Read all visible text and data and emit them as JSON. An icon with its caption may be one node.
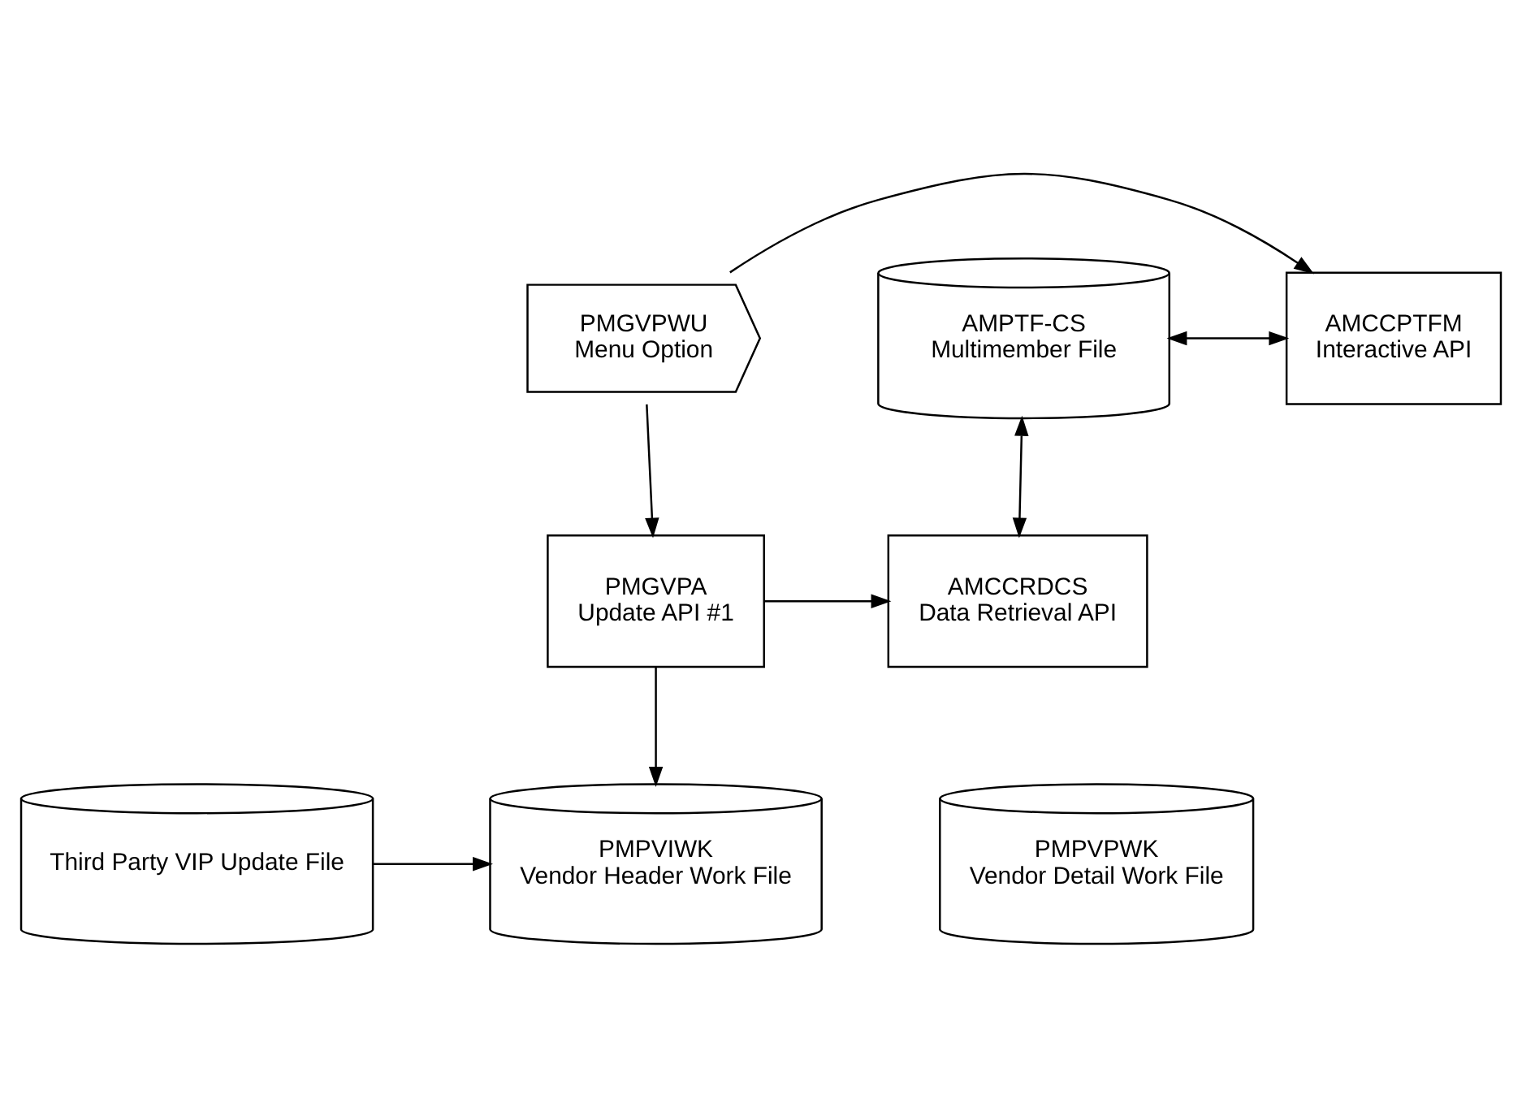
{
  "diagram": {
    "nodes": [
      {
        "text": [
          "AMPTF-CS",
          "Multimember File"
        ]
      },
      {
        "text": [
          "AMCCPTFM",
          "Interactive API"
        ]
      },
      {
        "text": [
          "PMGVPWU",
          "Menu Option"
        ]
      },
      {
        "text": [
          "AMCCRDCS",
          "Data Retrieval API"
        ]
      },
      {
        "text": [
          "PMGVPA",
          "Update API #1"
        ]
      },
      {
        "text": [
          "Third Party VIP Update File"
        ]
      },
      {
        "text": [
          "PMPVIWK",
          "Vendor Header Work File"
        ]
      },
      {
        "text": [
          "PMPVPWK",
          "Vendor Detail Work File"
        ]
      }
    ],
    "edges": [
      {
        "from": 0,
        "to": 1,
        "arrow": "both"
      },
      {
        "from": 2,
        "to": 1,
        "arrow": "to"
      },
      {
        "from": 0,
        "to": 3,
        "arrow": "both"
      },
      {
        "from": 2,
        "to": 4,
        "arrow": "to"
      },
      {
        "from": 4,
        "to": 3,
        "arrow": "to"
      },
      {
        "from": 4,
        "to": 6,
        "arrow": "to"
      },
      {
        "from": 5,
        "to": 6,
        "arrow": "to"
      }
    ]
  }
}
